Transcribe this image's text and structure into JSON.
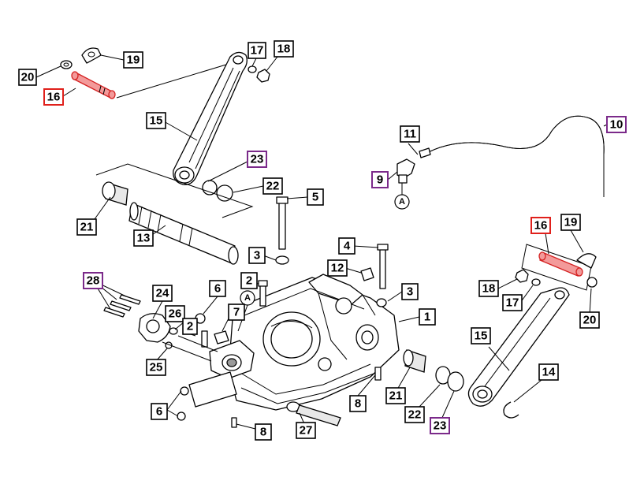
{
  "colors": {
    "highlight_red": "#e0201b",
    "highlight_purple": "#7b2a8a",
    "line": "#000000"
  },
  "ref_markers": [
    "A",
    "A"
  ],
  "callouts": [
    {
      "id": "c20a",
      "text": "20",
      "style": "plain"
    },
    {
      "id": "c19a",
      "text": "19",
      "style": "plain"
    },
    {
      "id": "c16a",
      "text": "16",
      "style": "red"
    },
    {
      "id": "c17a",
      "text": "17",
      "style": "plain"
    },
    {
      "id": "c18a",
      "text": "18",
      "style": "plain"
    },
    {
      "id": "c15a",
      "text": "15",
      "style": "plain"
    },
    {
      "id": "c23a",
      "text": "23",
      "style": "purple"
    },
    {
      "id": "c22a",
      "text": "22",
      "style": "plain"
    },
    {
      "id": "c21a",
      "text": "21",
      "style": "plain"
    },
    {
      "id": "c13",
      "text": "13",
      "style": "plain"
    },
    {
      "id": "c5",
      "text": "5",
      "style": "plain"
    },
    {
      "id": "c11",
      "text": "11",
      "style": "plain"
    },
    {
      "id": "c10",
      "text": "10",
      "style": "purple"
    },
    {
      "id": "c9",
      "text": "9",
      "style": "purple"
    },
    {
      "id": "c16b",
      "text": "16",
      "style": "red"
    },
    {
      "id": "c19b",
      "text": "19",
      "style": "plain"
    },
    {
      "id": "c3a",
      "text": "3",
      "style": "plain"
    },
    {
      "id": "c4",
      "text": "4",
      "style": "plain"
    },
    {
      "id": "c12",
      "text": "12",
      "style": "plain"
    },
    {
      "id": "c3b",
      "text": "3",
      "style": "plain"
    },
    {
      "id": "c2a",
      "text": "2",
      "style": "plain"
    },
    {
      "id": "c28",
      "text": "28",
      "style": "purple"
    },
    {
      "id": "c24",
      "text": "24",
      "style": "plain"
    },
    {
      "id": "c6a",
      "text": "6",
      "style": "plain"
    },
    {
      "id": "c26",
      "text": "26",
      "style": "plain"
    },
    {
      "id": "c7",
      "text": "7",
      "style": "plain"
    },
    {
      "id": "c2b",
      "text": "2",
      "style": "plain"
    },
    {
      "id": "c1",
      "text": "1",
      "style": "plain"
    },
    {
      "id": "c18b",
      "text": "18",
      "style": "plain"
    },
    {
      "id": "c17b",
      "text": "17",
      "style": "plain"
    },
    {
      "id": "c20b",
      "text": "20",
      "style": "plain"
    },
    {
      "id": "c15b",
      "text": "15",
      "style": "plain"
    },
    {
      "id": "c25",
      "text": "25",
      "style": "plain"
    },
    {
      "id": "c14",
      "text": "14",
      "style": "plain"
    },
    {
      "id": "c21b",
      "text": "21",
      "style": "plain"
    },
    {
      "id": "c8a",
      "text": "8",
      "style": "plain"
    },
    {
      "id": "c6b",
      "text": "6",
      "style": "plain"
    },
    {
      "id": "c22b",
      "text": "22",
      "style": "plain"
    },
    {
      "id": "c23b",
      "text": "23",
      "style": "purple"
    },
    {
      "id": "c27",
      "text": "27",
      "style": "plain"
    },
    {
      "id": "c8b",
      "text": "8",
      "style": "plain"
    }
  ]
}
